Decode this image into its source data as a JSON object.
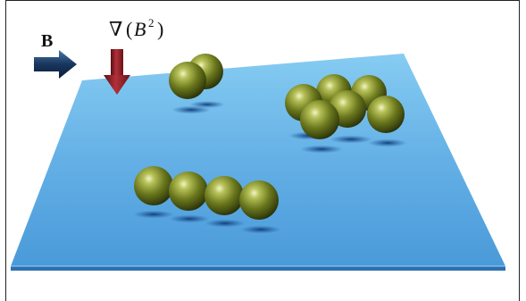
{
  "labels": {
    "field": "B",
    "gradient_symbol": "∇",
    "gradient_open": "(",
    "gradient_var": "B",
    "gradient_exp": "2",
    "gradient_close": ")"
  },
  "colors": {
    "plane_top": "#78c2ec",
    "plane_bottom": "#3f8fd3",
    "plane_edge": "#2e6fb2",
    "field_arrow": "#17365e",
    "gradient_arrow": "#8f1c24",
    "particle_base": "#6d7a1c",
    "particle_highlight": "#eef1b8",
    "particle_dark": "#2a3208",
    "shadow": "#123f78"
  },
  "groups": [
    {
      "name": "pair",
      "count": 2
    },
    {
      "name": "cluster",
      "count": 6
    },
    {
      "name": "chain",
      "count": 4
    }
  ]
}
